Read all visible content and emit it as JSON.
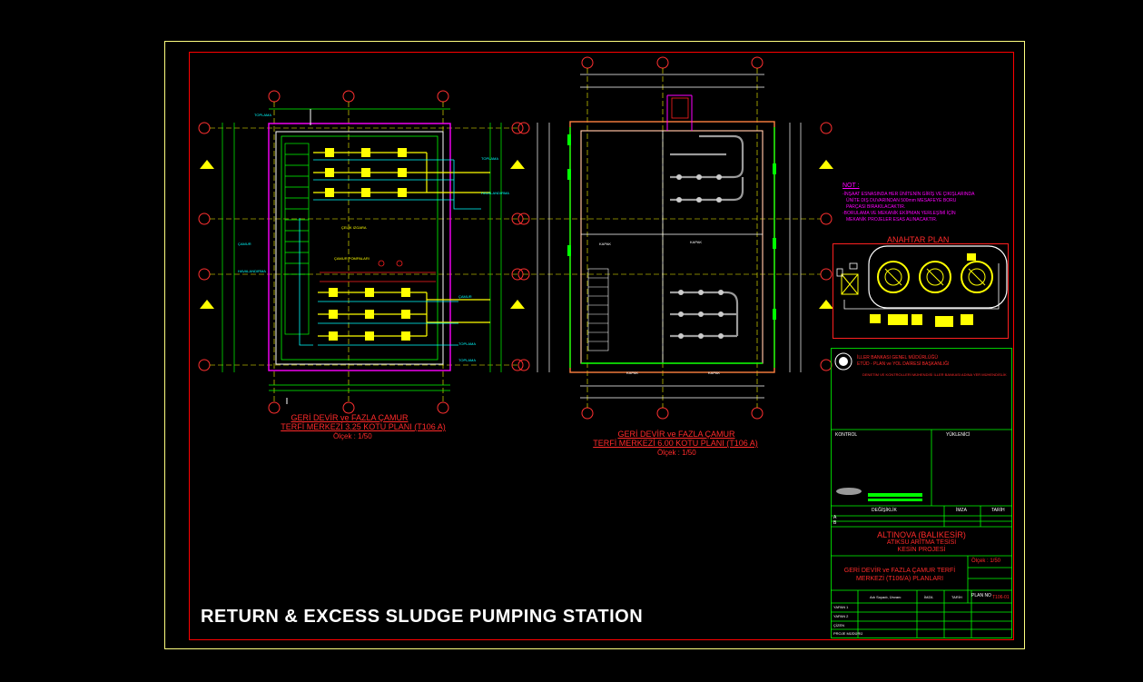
{
  "banner": "RETURN & EXCESS SLUDGE PUMPING STATION",
  "plan_left": {
    "title_line1": "GERİ DEVİR ve FAZLA ÇAMUR",
    "title_line2": "TERFİ MERKEZİ 3.25 KOTU PLANI (T106 A)",
    "scale": "Ölçek : 1/50"
  },
  "plan_right": {
    "title_line1": "GERİ DEVİR ve FAZLA ÇAMUR",
    "title_line2": "TERFİ MERKEZİ 6.00 KOTU PLANI (T106 A)",
    "scale": "Ölçek : 1/50"
  },
  "notes": {
    "heading": "NOT :",
    "line1": "-İNŞAAT ESNASINDA HER ÜNİTENİN GİRİŞ VE ÇIKIŞLARINDA",
    "line2": "ÜNİTE DIŞ DUVARINDAN 500mm MESAFEYE BORU",
    "line3": "PARÇASI BIRAKILACAKTIR.",
    "line4": "-BORULAMA VE MEKANİK EKİPMAN YERLEŞİMİ İÇİN",
    "line5": "MEKANİK PROJELER ESAS ALINACAKTIR."
  },
  "key_plan": {
    "title": "ANAHTAR PLAN"
  },
  "title_block": {
    "org1": "İLLER BANKASI GENEL MÜDÜRLÜĞÜ",
    "org2": "ETÜD - PLAN ve YOL DAİRESİ BAŞKANLIĞI",
    "org_note": "DENETİM VE KONTROLLERİ MÜHENDİSİ İLLER BANKASI ADINA YER MÜHENDİSLİK",
    "kontrol": "KONTROL",
    "yuklenici": "YÜKLENİCİ",
    "degisiklik": "DEĞİŞİKLİK",
    "imza": "İMZA",
    "tarih": "TARİH",
    "row_a": "A",
    "row_b": "B",
    "project_place": "ALTINOVA (BALIKESİR)",
    "project_name": "ATIKSU ARITMA TESİSİ",
    "project_type": "KESİN PROJESİ",
    "drawing_title1": "GERİ DEVİR ve FAZLA ÇAMUR TERFİ",
    "drawing_title2": "MERKEZİ (T106/A) PLANLARI",
    "olcek": "Ölçek : 1/50",
    "plan_no_label": "PLAN NO",
    "plan_no": "T106-01",
    "yapan1": "YAPAN 1",
    "yapan2": "YAPAN 2",
    "cizen": "ÇİZEN",
    "proje_muduru": "PROJE MÜDÜRÜ",
    "col_adsoyad": "Adı Soyadı, Ünvanı",
    "col_imza": "İMZA",
    "col_tarih": "TARİH"
  },
  "colors": {
    "background": "#000000",
    "frame_outer": "#ffff80",
    "frame_inner": "#ff0000",
    "plan_green": "#00ff00",
    "plan_yellow": "#ffff00",
    "plan_cyan": "#00ffff",
    "plan_magenta": "#ff00ff",
    "plan_red": "#ff2a2a",
    "plan_white": "#ffffff",
    "plan_orange": "#ff8040"
  }
}
